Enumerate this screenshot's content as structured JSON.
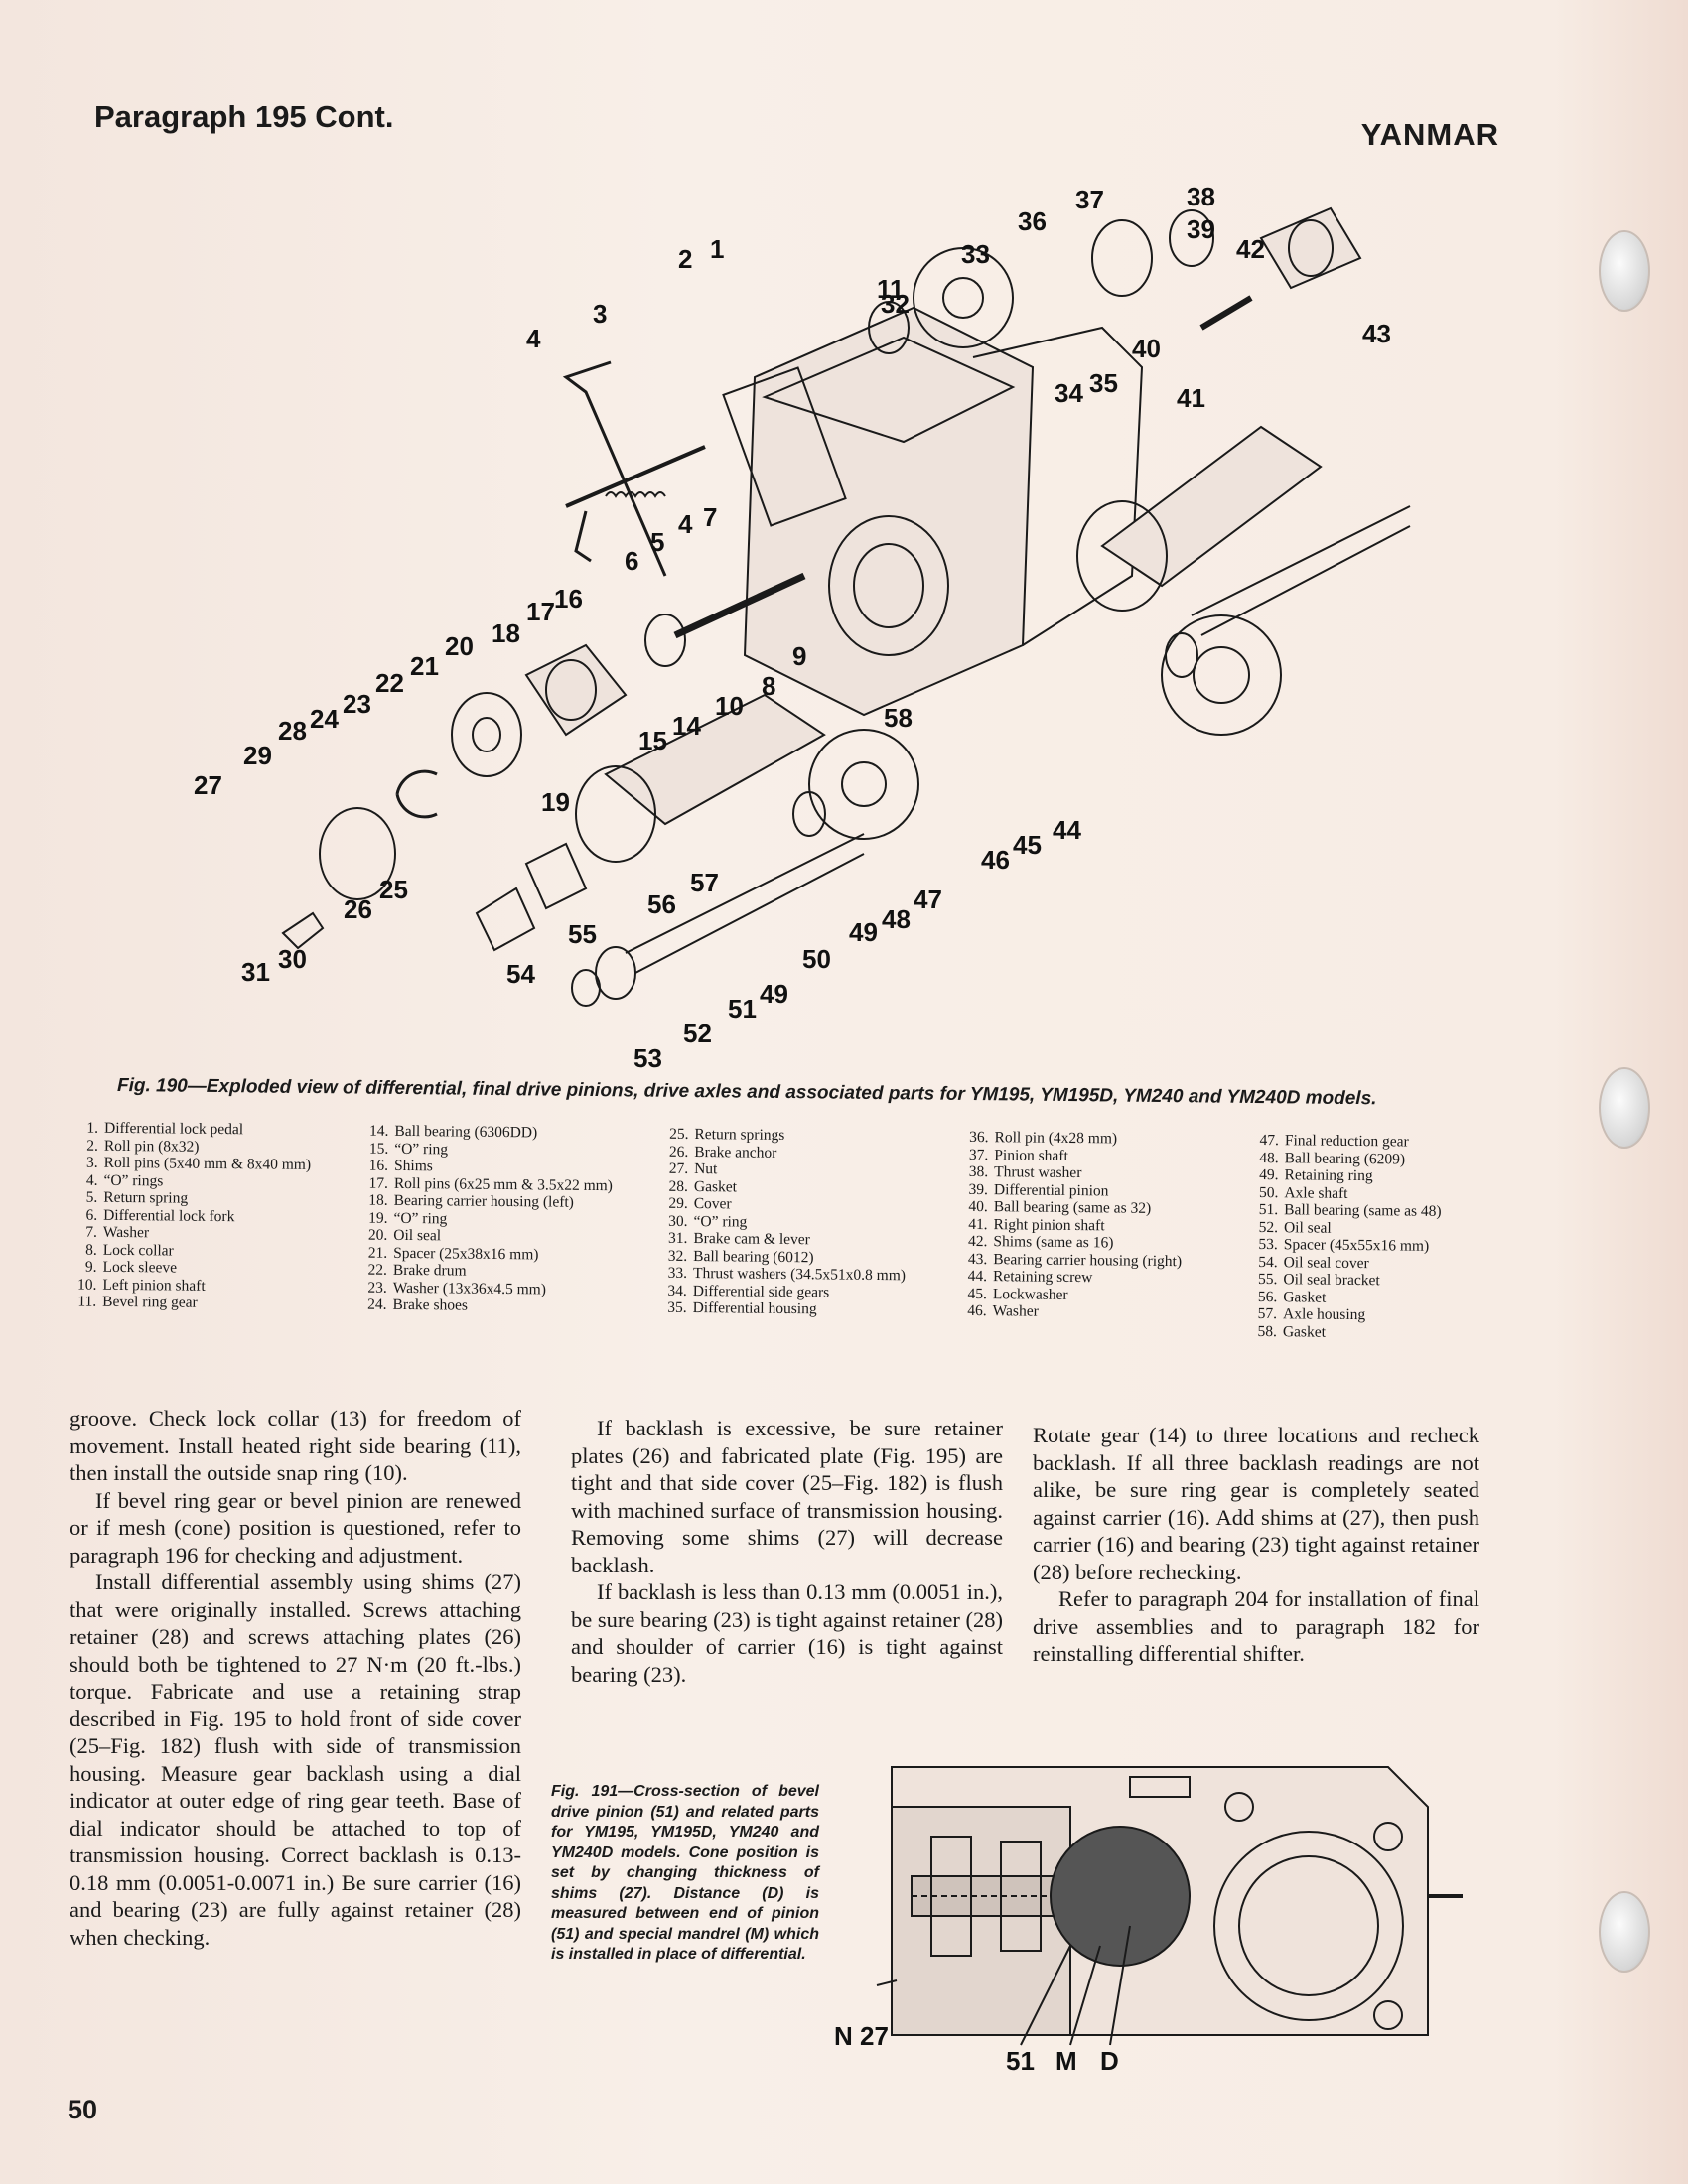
{
  "header": {
    "paragraph": "Paragraph 195 Cont.",
    "brand": "YANMAR"
  },
  "figure190": {
    "callouts": [
      "1",
      "2",
      "3",
      "4",
      "4",
      "5",
      "6",
      "7",
      "8",
      "9",
      "10",
      "11",
      "14",
      "15",
      "16",
      "17",
      "18",
      "19",
      "20",
      "21",
      "22",
      "23",
      "24",
      "25",
      "26",
      "27",
      "28",
      "29",
      "30",
      "31",
      "32",
      "33",
      "34",
      "35",
      "36",
      "37",
      "38",
      "39",
      "40",
      "41",
      "42",
      "43",
      "44",
      "45",
      "46",
      "47",
      "48",
      "49",
      "49",
      "50",
      "51",
      "52",
      "53",
      "54",
      "55",
      "56",
      "57",
      "58"
    ],
    "caption": "Fig. 190—Exploded view of differential, final drive pinions, drive axles and associated parts for YM195, YM195D, YM240 and YM240D models."
  },
  "legend": [
    [
      {
        "n": "1.",
        "t": "Differential lock pedal"
      },
      {
        "n": "2.",
        "t": "Roll pin (8x32)"
      },
      {
        "n": "3.",
        "t": "Roll pins (5x40 mm & 8x40 mm)"
      },
      {
        "n": "4.",
        "t": "“O” rings"
      },
      {
        "n": "5.",
        "t": "Return spring"
      },
      {
        "n": "6.",
        "t": "Differential lock fork"
      },
      {
        "n": "7.",
        "t": "Washer"
      },
      {
        "n": "8.",
        "t": "Lock collar"
      },
      {
        "n": "9.",
        "t": "Lock sleeve"
      },
      {
        "n": "10.",
        "t": "Left pinion shaft"
      },
      {
        "n": "11.",
        "t": "Bevel ring gear"
      }
    ],
    [
      {
        "n": "14.",
        "t": "Ball bearing (6306DD)"
      },
      {
        "n": "15.",
        "t": "“O” ring"
      },
      {
        "n": "16.",
        "t": "Shims"
      },
      {
        "n": "17.",
        "t": "Roll pins (6x25 mm & 3.5x22 mm)"
      },
      {
        "n": "18.",
        "t": "Bearing carrier housing (left)"
      },
      {
        "n": "19.",
        "t": "“O” ring"
      },
      {
        "n": "20.",
        "t": "Oil seal"
      },
      {
        "n": "21.",
        "t": "Spacer (25x38x16 mm)"
      },
      {
        "n": "22.",
        "t": "Brake drum"
      },
      {
        "n": "23.",
        "t": "Washer (13x36x4.5 mm)"
      },
      {
        "n": "24.",
        "t": "Brake shoes"
      }
    ],
    [
      {
        "n": "25.",
        "t": "Return springs"
      },
      {
        "n": "26.",
        "t": "Brake anchor"
      },
      {
        "n": "27.",
        "t": "Nut"
      },
      {
        "n": "28.",
        "t": "Gasket"
      },
      {
        "n": "29.",
        "t": "Cover"
      },
      {
        "n": "30.",
        "t": "“O” ring"
      },
      {
        "n": "31.",
        "t": "Brake cam & lever"
      },
      {
        "n": "32.",
        "t": "Ball bearing (6012)"
      },
      {
        "n": "33.",
        "t": "Thrust washers (34.5x51x0.8 mm)"
      },
      {
        "n": "34.",
        "t": "Differential side gears"
      },
      {
        "n": "35.",
        "t": "Differential housing"
      }
    ],
    [
      {
        "n": "36.",
        "t": "Roll pin (4x28 mm)"
      },
      {
        "n": "37.",
        "t": "Pinion shaft"
      },
      {
        "n": "38.",
        "t": "Thrust washer"
      },
      {
        "n": "39.",
        "t": "Differential pinion"
      },
      {
        "n": "40.",
        "t": "Ball bearing (same as 32)"
      },
      {
        "n": "41.",
        "t": "Right pinion shaft"
      },
      {
        "n": "42.",
        "t": "Shims (same as 16)"
      },
      {
        "n": "43.",
        "t": "Bearing carrier housing (right)"
      },
      {
        "n": "44.",
        "t": "Retaining screw"
      },
      {
        "n": "45.",
        "t": "Lockwasher"
      },
      {
        "n": "46.",
        "t": "Washer"
      }
    ],
    [
      {
        "n": "47.",
        "t": "Final reduction gear"
      },
      {
        "n": "48.",
        "t": "Ball bearing (6209)"
      },
      {
        "n": "49.",
        "t": "Retaining ring"
      },
      {
        "n": "50.",
        "t": "Axle shaft"
      },
      {
        "n": "51.",
        "t": "Ball bearing (same as 48)"
      },
      {
        "n": "52.",
        "t": "Oil seal"
      },
      {
        "n": "53.",
        "t": "Spacer (45x55x16 mm)"
      },
      {
        "n": "54.",
        "t": "Oil seal cover"
      },
      {
        "n": "55.",
        "t": "Oil seal bracket"
      },
      {
        "n": "56.",
        "t": "Gasket"
      },
      {
        "n": "57.",
        "t": "Axle housing"
      },
      {
        "n": "58.",
        "t": "Gasket"
      }
    ]
  ],
  "body": {
    "col1": [
      "groove. Check lock collar (13) for freedom of movement. Install heated right side bearing (11), then install the outside snap ring (10).",
      "If bevel ring gear or bevel pinion are renewed or if mesh (cone) position is questioned, refer to paragraph 196 for checking and adjustment.",
      "Install differential assembly using shims (27) that were originally installed. Screws attaching retainer (28) and screws attaching plates (26) should both be tightened to 27 N·m (20 ft.-lbs.) torque. Fabricate and use a retaining strap described in Fig. 195 to hold front of side cover (25–Fig. 182) flush with side of transmission housing. Measure gear backlash using a dial indicator at outer edge of ring gear teeth. Base of dial indicator should be attached to top of transmission housing. Correct backlash is 0.13-0.18 mm (0.0051-0.0071 in.) Be sure carrier (16) and bearing (23) are fully against retainer (28) when checking."
    ],
    "col2": [
      "If backlash is excessive, be sure retainer plates (26) and fabricated plate (Fig. 195) are tight and that side cover (25–Fig. 182) is flush with machined surface of transmission housing. Removing some shims (27) will decrease backlash.",
      "If backlash is less than 0.13 mm (0.0051 in.), be sure bearing (23) is tight against retainer (28) and shoulder of carrier (16) is tight against bearing (23)."
    ],
    "col3": [
      "Rotate gear (14) to three locations and recheck backlash. If all three backlash readings are not alike, be sure ring gear is completely seated against carrier (16). Add shims at (27), then push carrier (16) and bearing (23) tight against retainer (28) before rechecking.",
      "Refer to paragraph 204 for installation of final drive assemblies and to paragraph 182 for reinstalling differential shifter."
    ]
  },
  "figure191": {
    "caption": "Fig. 191—Cross-section of bevel drive pinion (51) and related parts for YM195, YM195D, YM240 and YM240D models. Cone position is set by changing thickness of shims (27). Distance (D) is measured between end of pinion (51) and special mandrel (M) which is installed in place of differential.",
    "labels": [
      "N",
      "27",
      "51",
      "M",
      "D"
    ]
  },
  "footer": {
    "page_number": "50"
  }
}
